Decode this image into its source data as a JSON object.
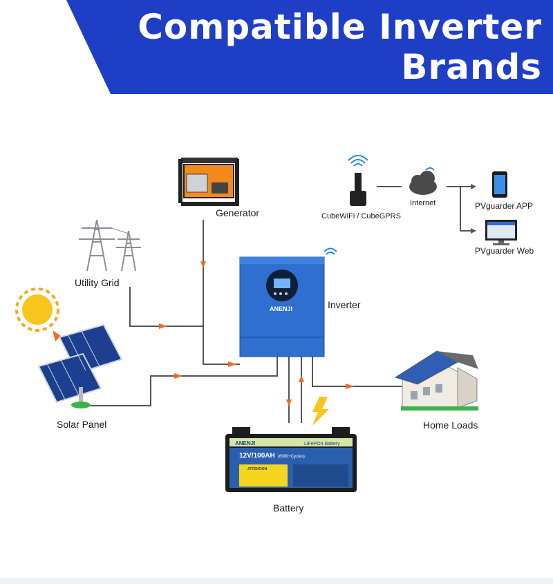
{
  "title": {
    "line1": "Compatible Inverter",
    "line2": "Brands"
  },
  "labels": {
    "generator": "Generator",
    "utility_grid": "Utility Grid",
    "inverter": "Inverter",
    "solar_panel": "Solar Panel",
    "home_loads": "Home Loads",
    "battery": "Battery",
    "cubewifi": "CubeWiFi / CubeGPRS",
    "internet": "Internet",
    "pvguarder_app": "PVguarder APP",
    "pvguarder_web": "PVguarder Web"
  },
  "inverter_brand": "ANENJI",
  "battery_text": {
    "brand": "ANENJI",
    "chemistry": "LiFePO4 Battery",
    "model": "12V/100AH",
    "spec": "(6000+Cycles)",
    "attention": "ATTENTION"
  },
  "colors": {
    "banner_blue": "#1f3ec6",
    "inverter_blue": "#2f6fd0",
    "arrow_orange": "#f26a21",
    "line_gray": "#555555",
    "bolt_yellow": "#f7c51c"
  }
}
